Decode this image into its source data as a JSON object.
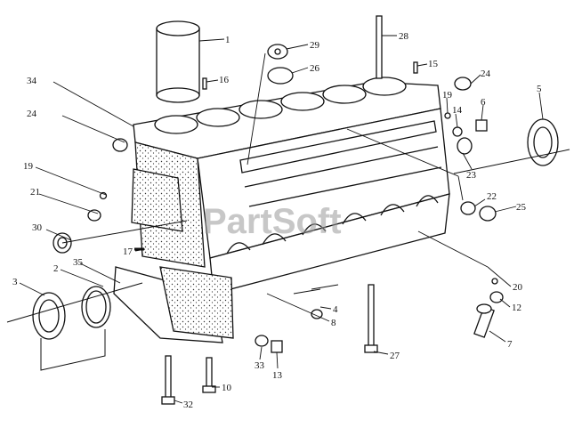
{
  "diagram": {
    "watermark": "PartSoft",
    "callouts": [
      {
        "label": "1"
      },
      {
        "label": "2"
      },
      {
        "label": "3"
      },
      {
        "label": "4"
      },
      {
        "label": "5"
      },
      {
        "label": "6"
      },
      {
        "label": "7"
      },
      {
        "label": "8"
      },
      {
        "label": "10"
      },
      {
        "label": "12"
      },
      {
        "label": "13"
      },
      {
        "label": "14"
      },
      {
        "label": "15"
      },
      {
        "label": "16"
      },
      {
        "label": "17"
      },
      {
        "label": "19"
      },
      {
        "label": "19"
      },
      {
        "label": "20"
      },
      {
        "label": "21"
      },
      {
        "label": "22"
      },
      {
        "label": "23"
      },
      {
        "label": "24"
      },
      {
        "label": "24"
      },
      {
        "label": "25"
      },
      {
        "label": "26"
      },
      {
        "label": "27"
      },
      {
        "label": "28"
      },
      {
        "label": "29"
      },
      {
        "label": "30"
      },
      {
        "label": "32"
      },
      {
        "label": "33"
      },
      {
        "label": "34"
      },
      {
        "label": "35"
      }
    ]
  }
}
